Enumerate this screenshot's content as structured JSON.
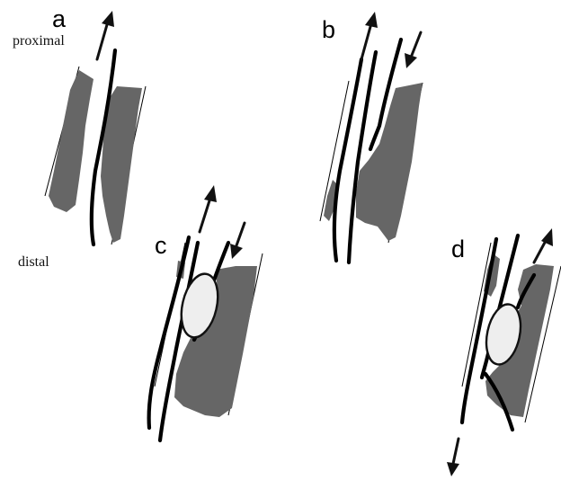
{
  "labels": {
    "proximal": "proximal",
    "distal": "distal"
  },
  "panels": [
    {
      "id": "a",
      "letter": "a"
    },
    {
      "id": "b",
      "letter": "b"
    },
    {
      "id": "c",
      "letter": "c"
    },
    {
      "id": "d",
      "letter": "d"
    }
  ],
  "colors": {
    "thrombus": "#666666",
    "line": "#000000",
    "balloon": "#eeeeee",
    "background": "#ffffff"
  }
}
